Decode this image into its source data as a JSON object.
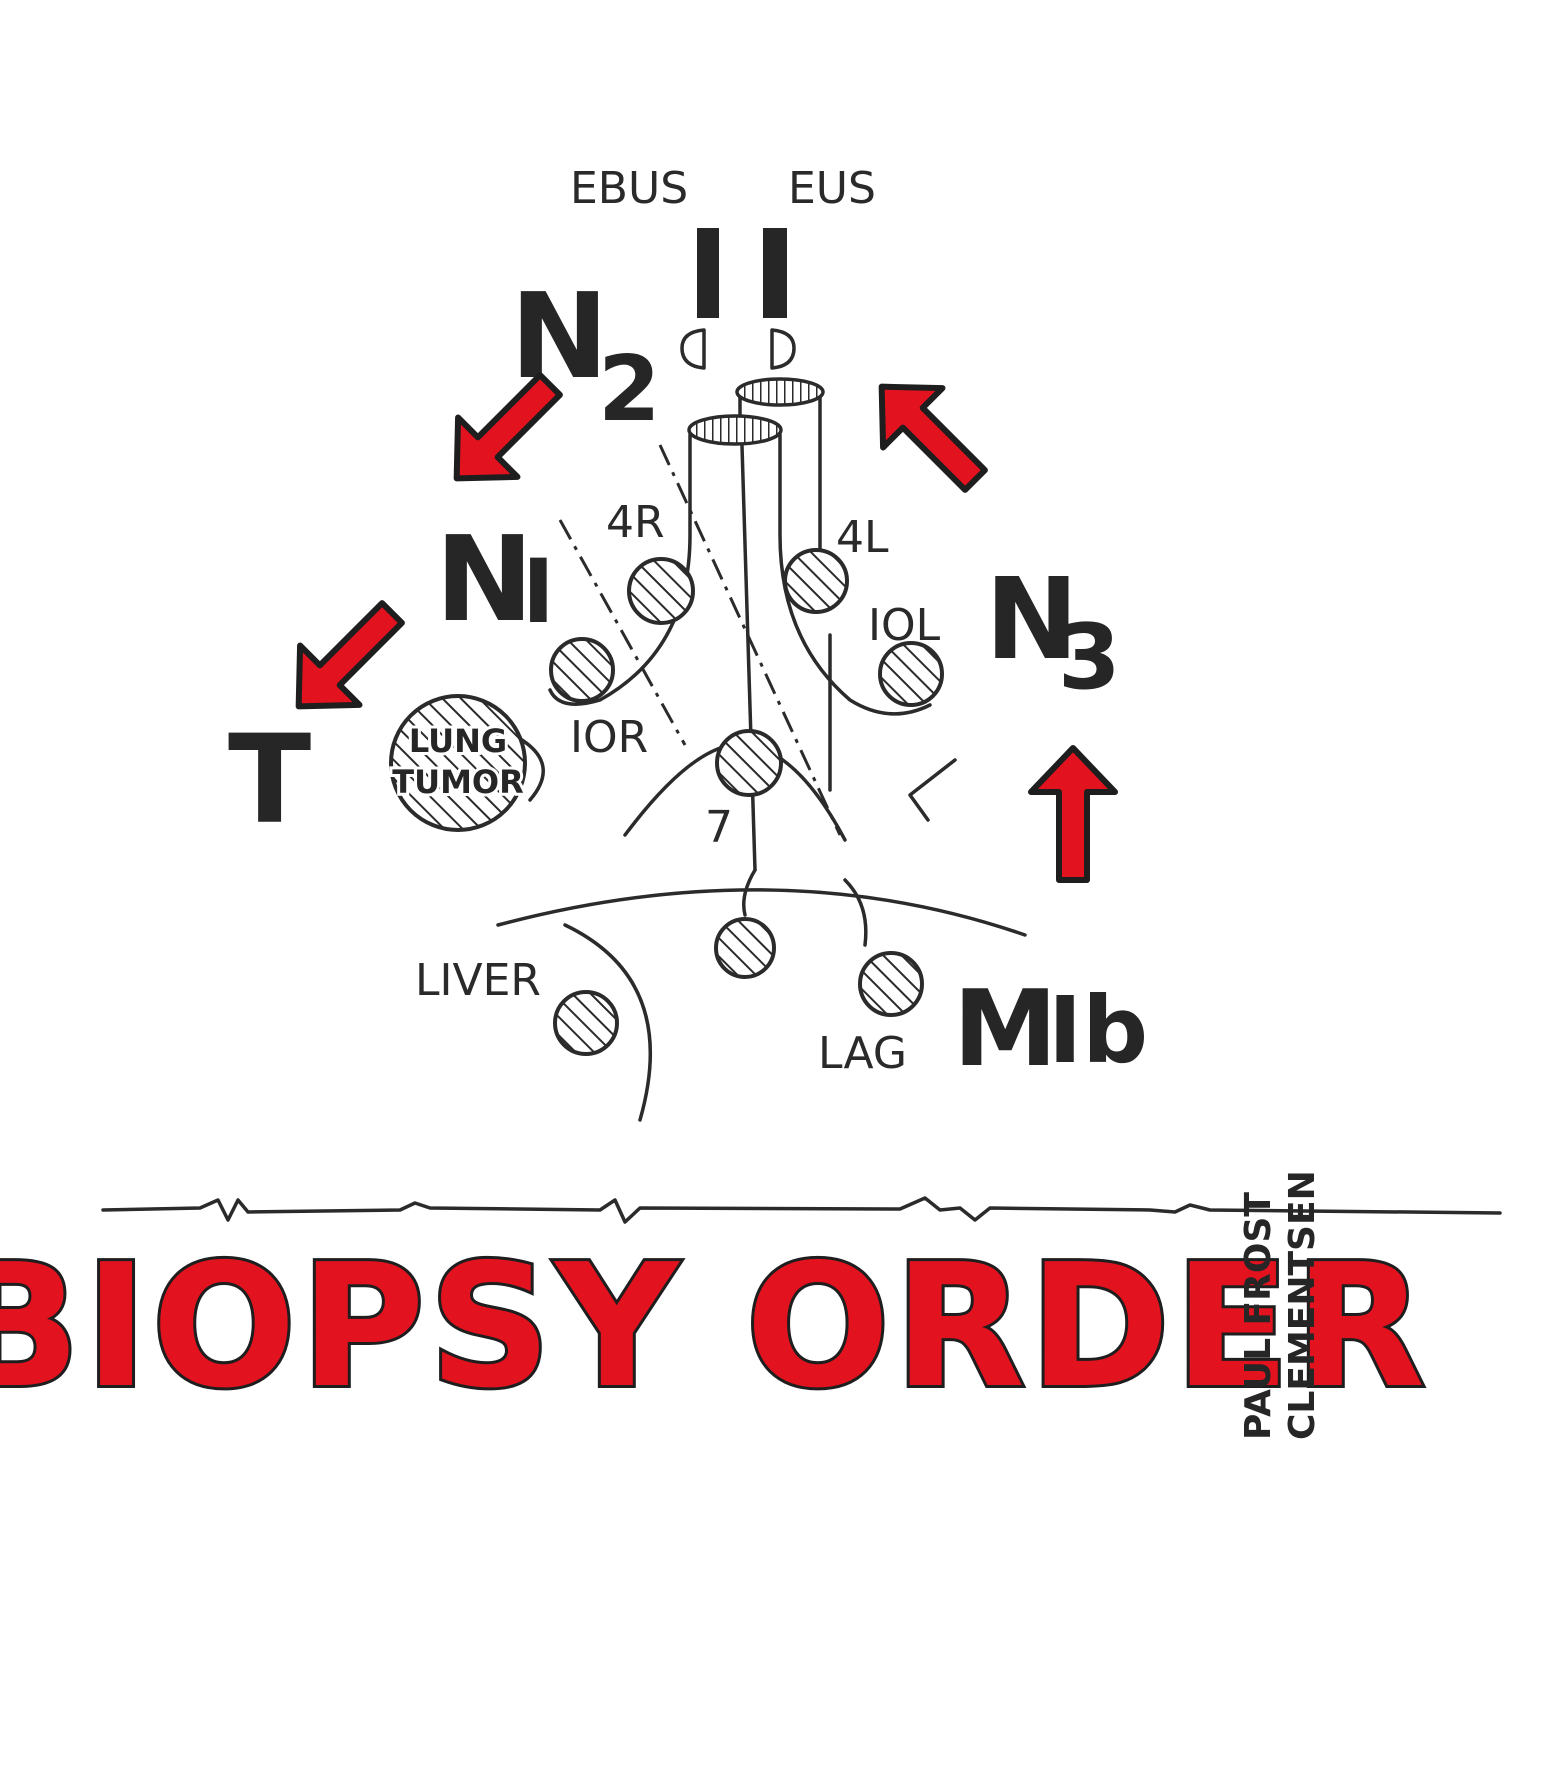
{
  "modalities": {
    "ebus": "EBUS",
    "eus": "EUS"
  },
  "stations": {
    "s4r": "4R",
    "s4l": "4L",
    "s10r": "IOR",
    "s10l": "IOL",
    "s7": "7",
    "liver": "LIVER",
    "lag": "LAG"
  },
  "tumor": {
    "line1": "LUNG",
    "line2": "TUMOR"
  },
  "stages": {
    "t": "T",
    "n1": {
      "main": "N",
      "sub": "I"
    },
    "n2": {
      "main": "N",
      "sub": "2"
    },
    "n3": {
      "main": "N",
      "sub": "3"
    },
    "m1b": {
      "main": "M",
      "sub": "Ib"
    }
  },
  "title": "BIOPSY ORDER",
  "signature": {
    "line1": "PAUL FROST",
    "line2": "CLEMENTSEN"
  },
  "colors": {
    "accent": "#e3121f",
    "ink": "#262626",
    "background": "#ffffff"
  }
}
